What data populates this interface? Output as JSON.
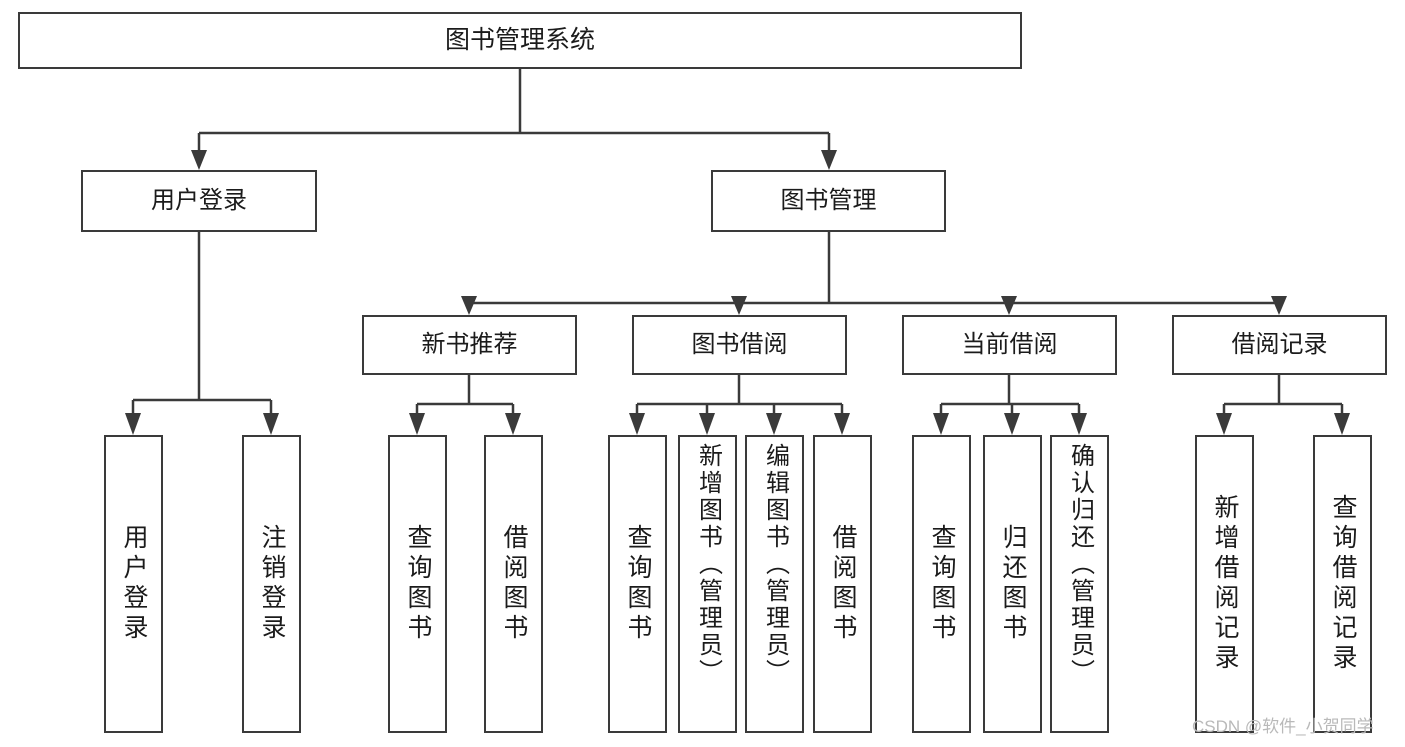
{
  "diagram": {
    "type": "tree",
    "title": "图书管理系统",
    "root": {
      "id": "root",
      "label": "图书管理系统"
    },
    "level2": [
      {
        "id": "user-login",
        "label": "用户登录"
      },
      {
        "id": "book-manage",
        "label": "图书管理"
      }
    ],
    "level3": [
      {
        "id": "new-rec",
        "label": "新书推荐",
        "parent": "book-manage"
      },
      {
        "id": "borrow",
        "label": "图书借阅",
        "parent": "book-manage"
      },
      {
        "id": "current",
        "label": "当前借阅",
        "parent": "book-manage"
      },
      {
        "id": "history",
        "label": "借阅记录",
        "parent": "book-manage"
      }
    ],
    "leaves": [
      {
        "id": "leaf-1",
        "label": "用户登录",
        "parent": "user-login"
      },
      {
        "id": "leaf-2",
        "label": "注销登录",
        "parent": "user-login"
      },
      {
        "id": "leaf-3",
        "label": "查询图书",
        "parent": "new-rec"
      },
      {
        "id": "leaf-4",
        "label": "借阅图书",
        "parent": "new-rec"
      },
      {
        "id": "leaf-5",
        "label": "查询图书",
        "parent": "borrow"
      },
      {
        "id": "leaf-6",
        "label": "新增图书（管理员）",
        "parent": "borrow"
      },
      {
        "id": "leaf-7",
        "label": "编辑图书（管理员）",
        "parent": "borrow"
      },
      {
        "id": "leaf-8",
        "label": "借阅图书",
        "parent": "borrow"
      },
      {
        "id": "leaf-9",
        "label": "查询图书",
        "parent": "current"
      },
      {
        "id": "leaf-10",
        "label": "归还图书",
        "parent": "current"
      },
      {
        "id": "leaf-11",
        "label": "确认归还（管理员）",
        "parent": "current"
      },
      {
        "id": "leaf-12",
        "label": "新增借阅记录",
        "parent": "history"
      },
      {
        "id": "leaf-13",
        "label": "查询借阅记录",
        "parent": "history"
      }
    ],
    "colors": {
      "box_border": "#3a3a3a",
      "box_fill": "#ffffff",
      "text": "#1b1b1b",
      "connector": "#3a3a3a",
      "watermark": "#b9b9b9",
      "background": "#ffffff"
    }
  },
  "watermark": {
    "text": "CSDN @软件_小贺同学"
  }
}
